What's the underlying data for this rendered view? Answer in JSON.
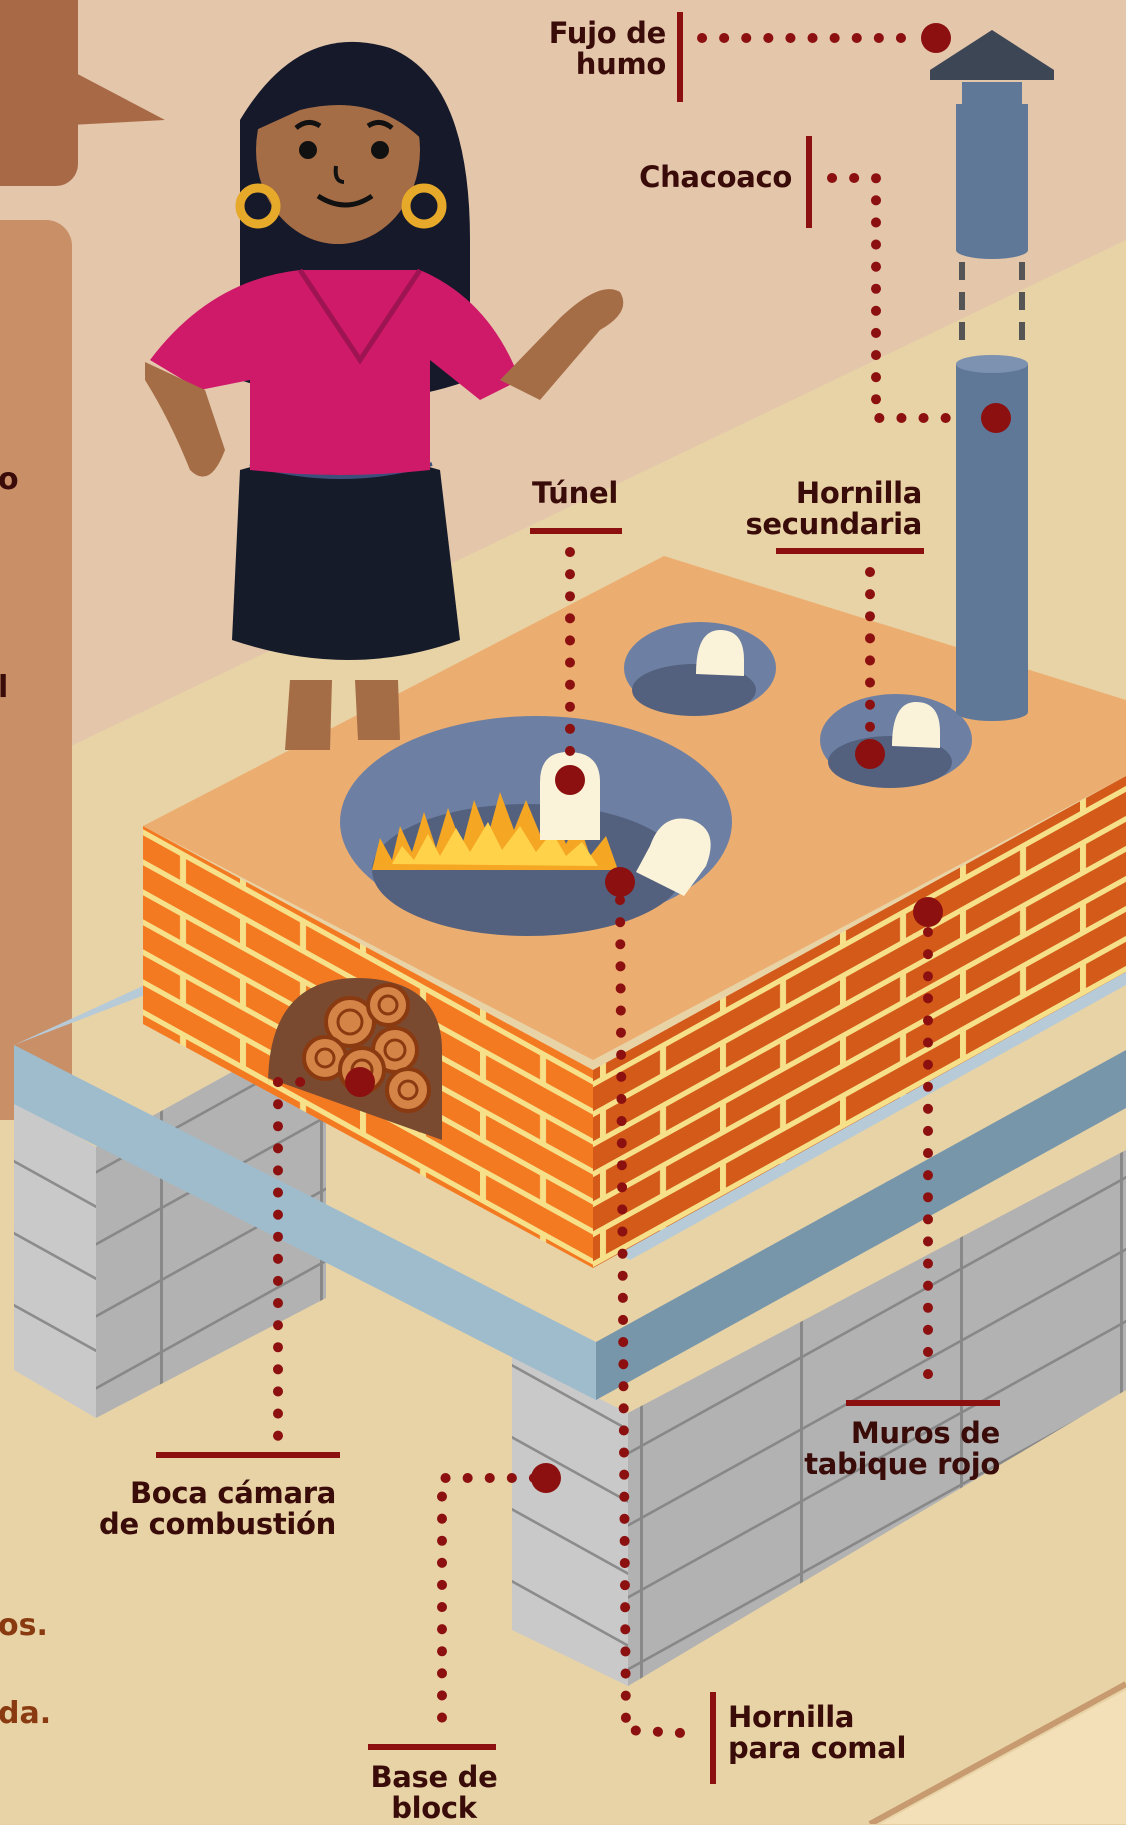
{
  "labels": {
    "flujo_de_humo": [
      "Fujo de",
      "humo"
    ],
    "chacoaco": "Chacoaco",
    "tunel": "Túnel",
    "hornilla_secundaria": [
      "Hornilla",
      "secundaria"
    ],
    "muros_tabique": [
      "Muros de",
      "tabique rojo"
    ],
    "boca_camara": [
      "Boca cámara",
      "de combustión"
    ],
    "base_block": [
      "Base de",
      "block"
    ],
    "hornilla_comal": [
      "Hornilla",
      "para comal"
    ]
  },
  "left_panel_fragments": [
    "o",
    "l",
    "os.",
    "da."
  ],
  "colors": {
    "background_upper": "#e4c6ab",
    "background_lower": "#e8d0a4",
    "panel_brown": "#a86a46",
    "panel_tan": "#c98f66",
    "brick_orange": "#f47a22",
    "brick_dark": "#d0581a",
    "mortar": "#f6e08a",
    "stove_top": "#ecad70",
    "slab_blue": "#a8c4d4",
    "block_grey": "#c8c8c8",
    "chimney": "#5f7898",
    "marker_red": "#8c1010",
    "label_text": "#3a0c09"
  }
}
